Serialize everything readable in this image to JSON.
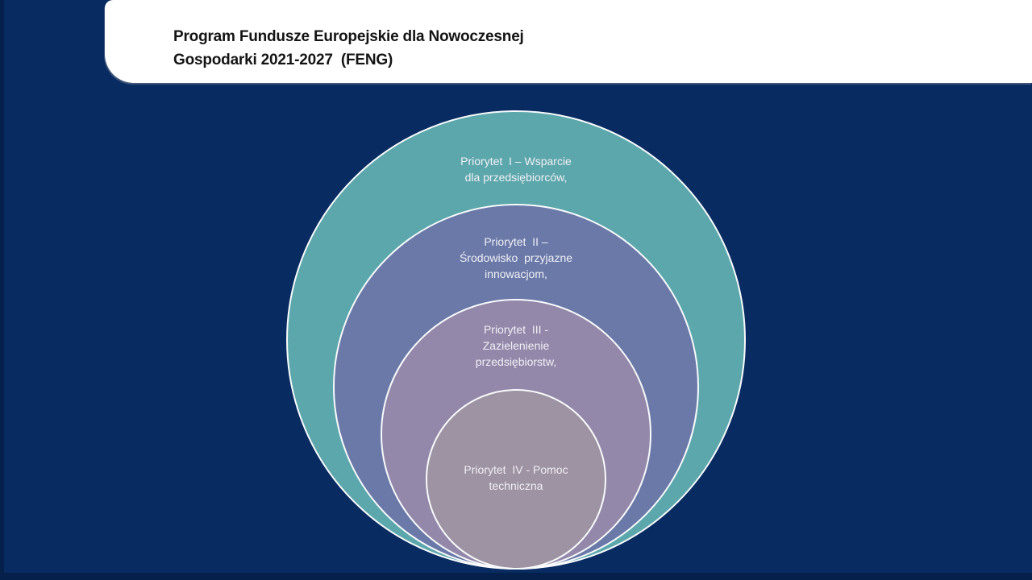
{
  "slide": {
    "background_color": "#082B62",
    "edge_color": "#05204A",
    "header_background_color": "#FFFFFF"
  },
  "header": {
    "title": "Program Fundusze Europejskie dla Nowoczesnej\nGospodarki 2021-2027  (FENG)",
    "text_color": "#141414"
  },
  "diagram": {
    "type": "nested-circles",
    "stroke_color": "#F8FAFB",
    "label_color": "#F1F0F5",
    "circles": [
      {
        "name": "Priorytet I",
        "label": "Priorytet  I – Wsparcie\ndla przedsiębiorców,",
        "color": "#5CA7AC"
      },
      {
        "name": "Priorytet II",
        "label": "Priorytet  II –\nŚrodowisko  przyjazne\ninnowacjom,",
        "color": "#6A79A8"
      },
      {
        "name": "Priorytet III",
        "label": "Priorytet  III -\nZazielenienie\nprzedsiębiorstw,",
        "color": "#9488AA"
      },
      {
        "name": "Priorytet IV",
        "label": "Priorytet  IV - Pomoc\ntechniczna",
        "color": "#9D93A3"
      }
    ]
  }
}
